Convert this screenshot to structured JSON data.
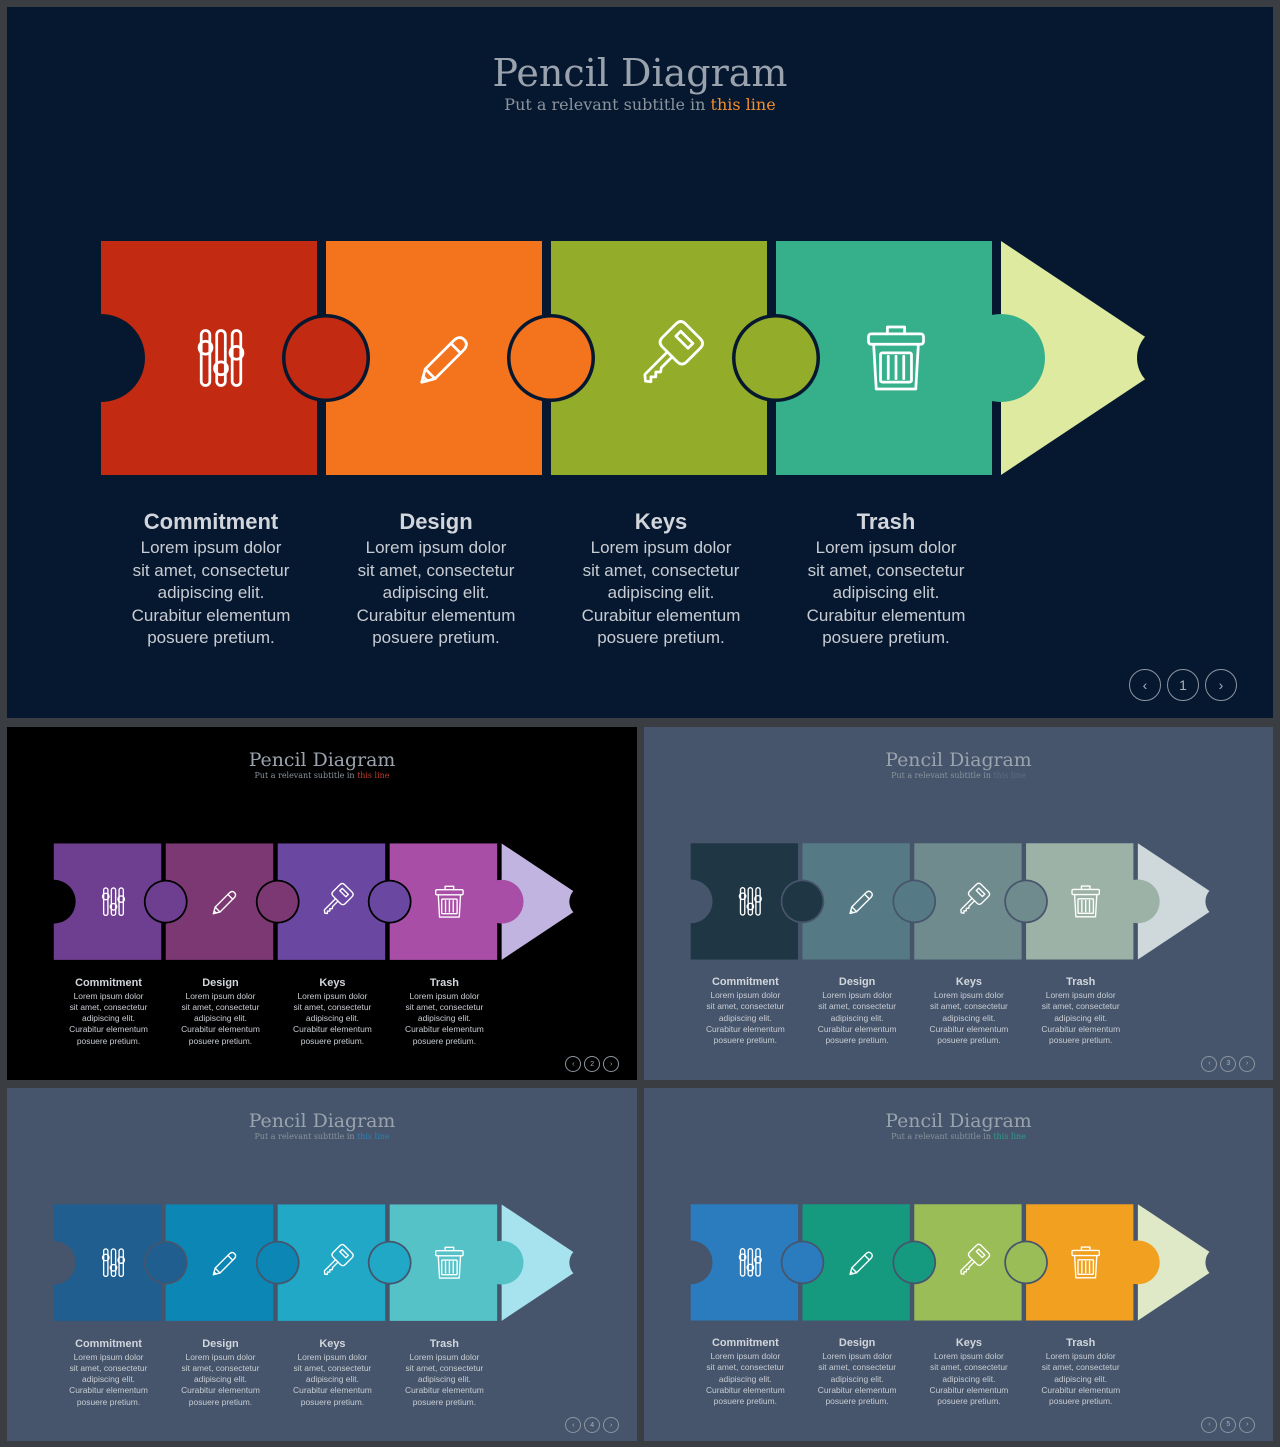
{
  "slides": [
    {
      "title": "Pencil Diagram",
      "subtitle_pre": "Put a relevant subtitle in ",
      "subtitle_link": "this line",
      "page_number": "1",
      "colors": {
        "background": "#061830",
        "link": "#f28d2d",
        "cutouts": "#061830",
        "pieces": [
          "#c22a12",
          "#f4741e",
          "#93ad2a",
          "#36b08b"
        ],
        "tip": "#ddeaa0"
      },
      "steps": [
        {
          "heading": "Commitment",
          "icon": "sliders-icon",
          "lines": [
            "Lorem ipsum dolor",
            "sit amet, consectetur",
            "adipiscing elit.",
            "Curabitur elementum",
            "posuere pretium."
          ]
        },
        {
          "heading": "Design",
          "icon": "pencil-icon",
          "lines": [
            "Lorem ipsum dolor",
            "sit amet, consectetur",
            "adipiscing elit.",
            "Curabitur elementum",
            "posuere pretium."
          ]
        },
        {
          "heading": "Keys",
          "icon": "key-icon",
          "lines": [
            "Lorem ipsum dolor",
            "sit amet, consectetur",
            "adipiscing elit.",
            "Curabitur elementum",
            "posuere pretium."
          ]
        },
        {
          "heading": "Trash",
          "icon": "trash-icon",
          "lines": [
            "Lorem ipsum dolor",
            "sit amet, consectetur",
            "adipiscing elit.",
            "Curabitur elementum",
            "posuere pretium."
          ]
        }
      ]
    },
    {
      "title": "Pencil Diagram",
      "subtitle_pre": "Put a relevant subtitle in ",
      "subtitle_link": "this line",
      "page_number": "2",
      "colors": {
        "background": "#000000",
        "link": "#c0392b",
        "cutouts": "#000000",
        "pieces": [
          "#6e3e90",
          "#7b3872",
          "#6a47a0",
          "#a84ea6"
        ],
        "tip": "#c2b4e0"
      },
      "steps": [
        {
          "heading": "Commitment",
          "icon": "sliders-icon",
          "lines": [
            "Lorem ipsum dolor",
            "sit amet, consectetur",
            "adipiscing elit.",
            "Curabitur elementum",
            "posuere pretium."
          ]
        },
        {
          "heading": "Design",
          "icon": "pencil-icon",
          "lines": [
            "Lorem ipsum dolor",
            "sit amet, consectetur",
            "adipiscing elit.",
            "Curabitur elementum",
            "posuere pretium."
          ]
        },
        {
          "heading": "Keys",
          "icon": "key-icon",
          "lines": [
            "Lorem ipsum dolor",
            "sit amet, consectetur",
            "adipiscing elit.",
            "Curabitur elementum",
            "posuere pretium."
          ]
        },
        {
          "heading": "Trash",
          "icon": "trash-icon",
          "lines": [
            "Lorem ipsum dolor",
            "sit amet, consectetur",
            "adipiscing elit.",
            "Curabitur elementum",
            "posuere pretium."
          ]
        }
      ]
    },
    {
      "title": "Pencil Diagram",
      "subtitle_pre": "Put a relevant subtitle in ",
      "subtitle_link": "this line",
      "page_number": "3",
      "colors": {
        "background": "#46556c",
        "link": "#5d6b80",
        "cutouts": "#46556c",
        "pieces": [
          "#1f3645",
          "#557a85",
          "#6f8b8d",
          "#9cb2a6"
        ],
        "tip": "#cfd9dc"
      },
      "steps": [
        {
          "heading": "Commitment",
          "icon": "sliders-icon",
          "lines": [
            "Lorem ipsum dolor",
            "sit amet, consectetur",
            "adipiscing elit.",
            "Curabitur elementum",
            "posuere pretium."
          ]
        },
        {
          "heading": "Design",
          "icon": "pencil-icon",
          "lines": [
            "Lorem ipsum dolor",
            "sit amet, consectetur",
            "adipiscing elit.",
            "Curabitur elementum",
            "posuere pretium."
          ]
        },
        {
          "heading": "Keys",
          "icon": "key-icon",
          "lines": [
            "Lorem ipsum dolor",
            "sit amet, consectetur",
            "adipiscing elit.",
            "Curabitur elementum",
            "posuere pretium."
          ]
        },
        {
          "heading": "Trash",
          "icon": "trash-icon",
          "lines": [
            "Lorem ipsum dolor",
            "sit amet, consectetur",
            "adipiscing elit.",
            "Curabitur elementum",
            "posuere pretium."
          ]
        }
      ]
    },
    {
      "title": "Pencil Diagram",
      "subtitle_pre": "Put a relevant subtitle in ",
      "subtitle_link": "this line",
      "page_number": "4",
      "colors": {
        "background": "#46556c",
        "link": "#2f7fb3",
        "cutouts": "#46556c",
        "pieces": [
          "#1f5e8f",
          "#0b86b5",
          "#20a8c6",
          "#55c2c8"
        ],
        "tip": "#a6e3ee"
      },
      "steps": [
        {
          "heading": "Commitment",
          "icon": "sliders-icon",
          "lines": [
            "Lorem ipsum dolor",
            "sit amet, consectetur",
            "adipiscing elit.",
            "Curabitur elementum",
            "posuere pretium."
          ]
        },
        {
          "heading": "Design",
          "icon": "pencil-icon",
          "lines": [
            "Lorem ipsum dolor",
            "sit amet, consectetur",
            "adipiscing elit.",
            "Curabitur elementum",
            "posuere pretium."
          ]
        },
        {
          "heading": "Keys",
          "icon": "key-icon",
          "lines": [
            "Lorem ipsum dolor",
            "sit amet, consectetur",
            "adipiscing elit.",
            "Curabitur elementum",
            "posuere pretium."
          ]
        },
        {
          "heading": "Trash",
          "icon": "trash-icon",
          "lines": [
            "Lorem ipsum dolor",
            "sit amet, consectetur",
            "adipiscing elit.",
            "Curabitur elementum",
            "posuere pretium."
          ]
        }
      ]
    },
    {
      "title": "Pencil Diagram",
      "subtitle_pre": "Put a relevant subtitle in ",
      "subtitle_link": "this line",
      "page_number": "5",
      "colors": {
        "background": "#46556c",
        "link": "#2f9c8b",
        "cutouts": "#46556c",
        "pieces": [
          "#2a7cbe",
          "#159a80",
          "#9bbd57",
          "#f1a11f"
        ],
        "tip": "#dfe8c7"
      },
      "steps": [
        {
          "heading": "Commitment",
          "icon": "sliders-icon",
          "lines": [
            "Lorem ipsum dolor",
            "sit amet, consectetur",
            "adipiscing elit.",
            "Curabitur elementum",
            "posuere pretium."
          ]
        },
        {
          "heading": "Design",
          "icon": "pencil-icon",
          "lines": [
            "Lorem ipsum dolor",
            "sit amet, consectetur",
            "adipiscing elit.",
            "Curabitur elementum",
            "posuere pretium."
          ]
        },
        {
          "heading": "Keys",
          "icon": "key-icon",
          "lines": [
            "Lorem ipsum dolor",
            "sit amet, consectetur",
            "adipiscing elit.",
            "Curabitur elementum",
            "posuere pretium."
          ]
        },
        {
          "heading": "Trash",
          "icon": "trash-icon",
          "lines": [
            "Lorem ipsum dolor",
            "sit amet, consectetur",
            "adipiscing elit.",
            "Curabitur elementum",
            "posuere pretium."
          ]
        }
      ]
    }
  ]
}
